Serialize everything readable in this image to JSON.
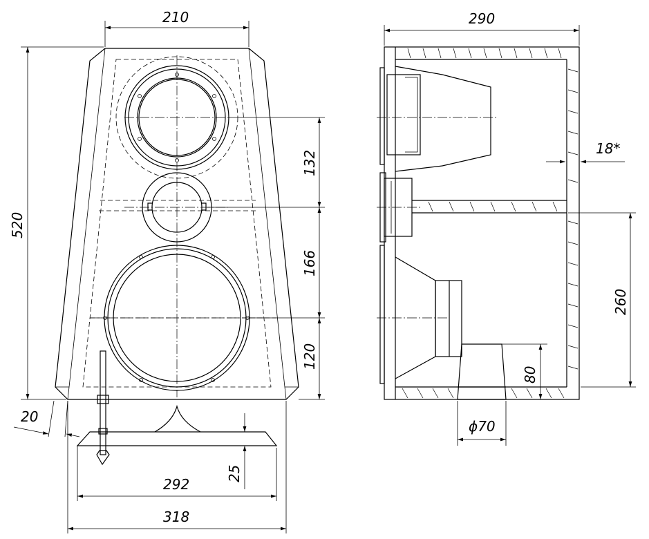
{
  "dimensions": {
    "top_width": "210",
    "height": "520",
    "tweeter_spacing": "132",
    "mid_spacing": "166",
    "woofer_height": "120",
    "bevel": "20",
    "base_width": "292",
    "stand_height": "25",
    "outer_width": "318",
    "depth": "290",
    "wall_thickness": "18*",
    "lower_chamber": "260",
    "port_length": "80",
    "port_diameter": "ϕ70"
  }
}
